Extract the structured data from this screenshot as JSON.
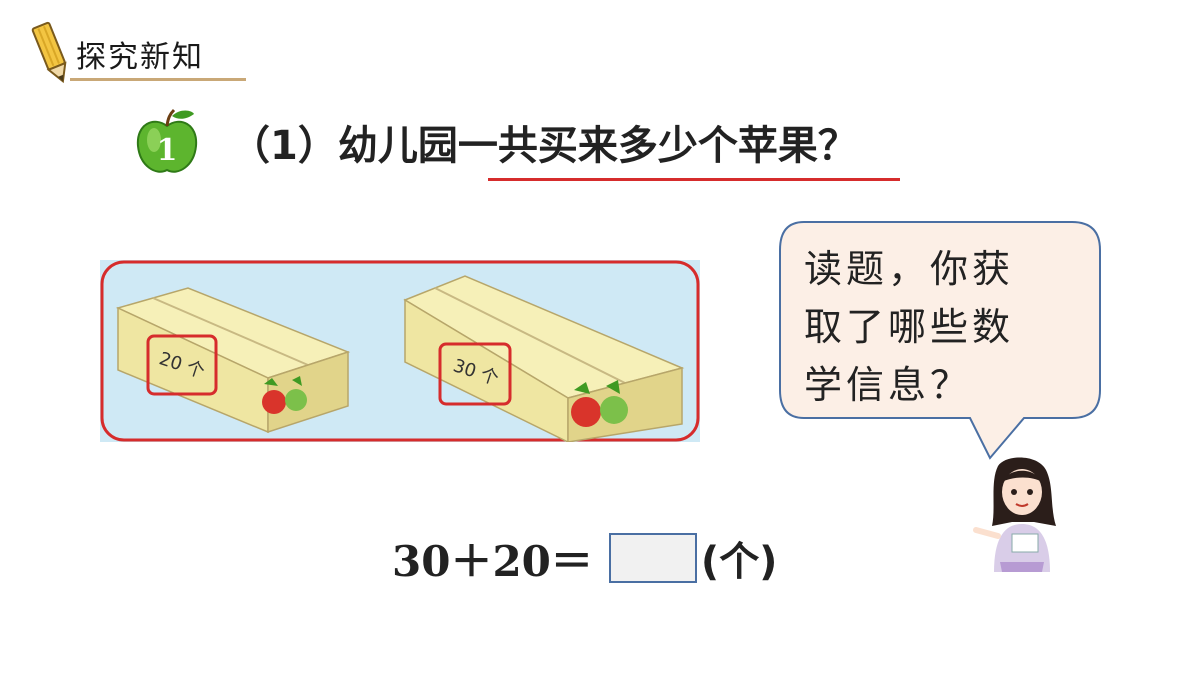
{
  "header": {
    "title": "探究新知"
  },
  "question": {
    "number": "1",
    "text": "（1）幼儿园一共买来多少个苹果？"
  },
  "boxes": [
    {
      "label": "20 个"
    },
    {
      "label": "30 个"
    }
  ],
  "bubble": {
    "lines": [
      "读题，你获",
      "取了哪些数",
      "学信息？"
    ]
  },
  "equation": {
    "expr": "30＋20＝",
    "unit": "(个)",
    "answer": ""
  },
  "colors": {
    "accent_red": "#d62c2c",
    "box_blue": "#4a6fa3",
    "scene_bg": "#cfe9f5"
  }
}
